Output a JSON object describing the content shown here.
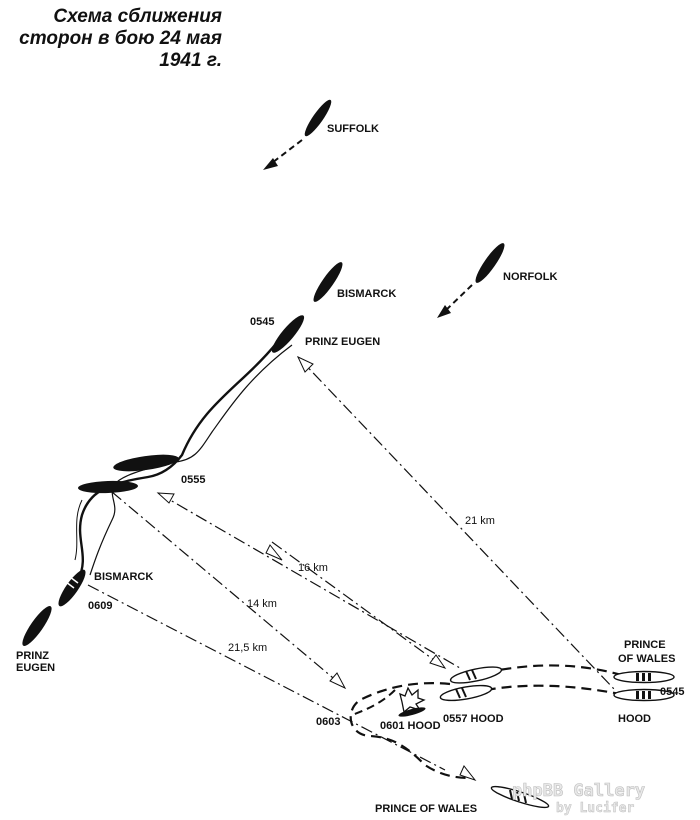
{
  "title": {
    "line1": "Схема сближения",
    "line2": "сторон в бою 24 мая",
    "line3": "1941 г."
  },
  "ships": {
    "suffolk": "SUFFOLK",
    "norfolk": "NORFOLK",
    "bismarck_0545": "BISMARCK",
    "prinz_eugen_0545": "PRINZ EUGEN",
    "bismarck_0609": "BISMARCK",
    "prinz_eugen_0609_line1": "PRINZ",
    "prinz_eugen_0609_line2": "EUGEN",
    "prince_of_wales_0545_line1": "PRINCE",
    "prince_of_wales_0545_line2": "OF WALES",
    "hood_0545": "HOOD",
    "hood_0557": "0557 HOOD",
    "hood_0601": "0601 HOOD",
    "prince_of_wales_end": "PRINCE OF WALES"
  },
  "times": {
    "t0545_german": "0545",
    "t0545_british": "0545",
    "t0555": "0555",
    "t0603": "0603",
    "t0609": "0609"
  },
  "distances": {
    "d21": "21 km",
    "d16": "16 km",
    "d14": "14 km",
    "d215": "21,5 km"
  },
  "watermark": {
    "line1": "phpBB Gallery",
    "line2": "by Lucifer"
  }
}
